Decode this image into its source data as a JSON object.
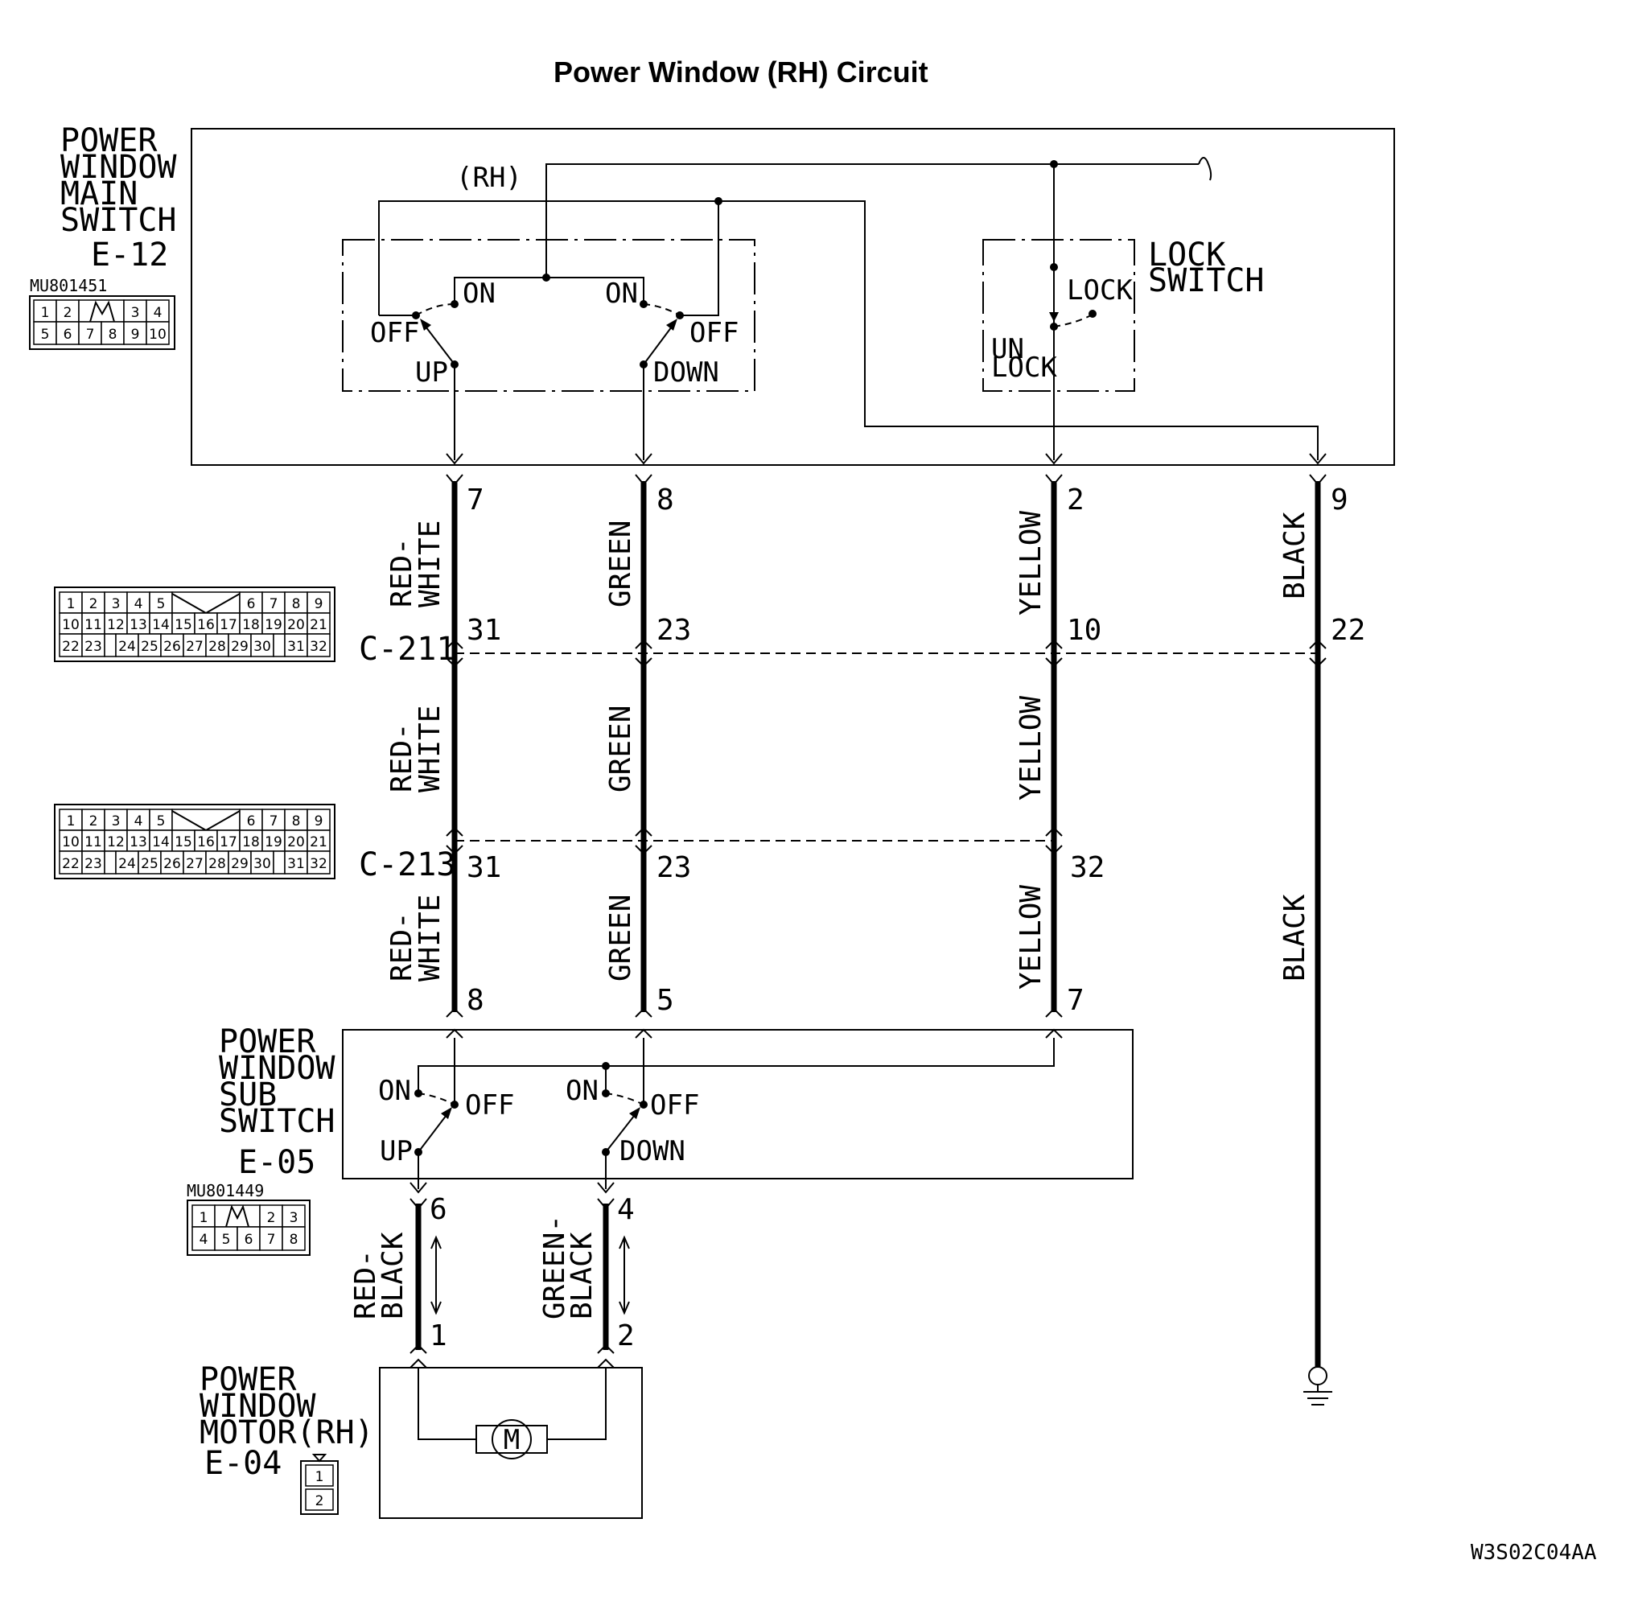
{
  "title": "Power Window (RH) Circuit",
  "footer_code": "W3S02C04AA",
  "main_switch": {
    "name_lines": [
      "POWER",
      "WINDOW",
      "MAIN",
      "SWITCH"
    ],
    "connector_id": "E-12",
    "part_number": "MU801451",
    "pin_rows": [
      [
        "1",
        "2",
        "",
        "3",
        "4"
      ],
      [
        "5",
        "6",
        "7",
        "8",
        "9",
        "10"
      ]
    ],
    "rh_label": "(RH)",
    "up_label": "UP",
    "down_label": "DOWN",
    "on_left": "ON",
    "on_right": "ON",
    "off_left": "OFF",
    "off_right": "OFF",
    "lock_switch_lines": [
      "LOCK",
      "SWITCH"
    ],
    "lock_label": "LOCK",
    "unlock_lines": [
      "UN",
      "LOCK"
    ]
  },
  "intermediate_connectors": {
    "c211": "C-211",
    "c213": "C-213",
    "pin_rows": [
      [
        "1",
        "2",
        "3",
        "4",
        "5",
        "6",
        "7",
        "8",
        "9"
      ],
      [
        "10",
        "11",
        "12",
        "13",
        "14",
        "15",
        "16",
        "17",
        "18",
        "19",
        "20",
        "21"
      ],
      [
        "22",
        "23",
        "24",
        "25",
        "26",
        "27",
        "28",
        "29",
        "30",
        "31",
        "32"
      ]
    ]
  },
  "wires": [
    {
      "top_pin": "7",
      "c211_pin": "31",
      "c213_pin": "31",
      "bottom_pin": "8",
      "colors": [
        [
          "RED-",
          "WHITE"
        ],
        [
          "RED-",
          "WHITE"
        ],
        [
          "RED-",
          "WHITE"
        ]
      ]
    },
    {
      "top_pin": "8",
      "c211_pin": "23",
      "c213_pin": "23",
      "bottom_pin": "5",
      "colors": [
        [
          "GREEN"
        ],
        [
          "GREEN"
        ],
        [
          "GREEN"
        ]
      ]
    },
    {
      "top_pin": "2",
      "c211_pin": "10",
      "c213_pin": "32",
      "bottom_pin": "7",
      "colors": [
        [
          "YELLOW"
        ],
        [
          "YELLOW"
        ],
        [
          "YELLOW"
        ]
      ]
    },
    {
      "top_pin": "9",
      "c211_pin": "22",
      "colors": [
        [
          "BLACK"
        ],
        [
          "BLACK"
        ]
      ]
    }
  ],
  "sub_switch": {
    "name_lines": [
      "POWER",
      "WINDOW",
      "SUB",
      "SWITCH"
    ],
    "connector_id": "E-05",
    "part_number": "MU801449",
    "pin_rows": [
      [
        "1",
        "",
        "2",
        "3"
      ],
      [
        "4",
        "5",
        "6",
        "7",
        "8"
      ]
    ],
    "on_left": "ON",
    "off_left": "OFF",
    "up_label": "UP",
    "on_right": "ON",
    "off_right": "OFF",
    "down_label": "DOWN"
  },
  "motor_wires": [
    {
      "top_pin": "6",
      "bottom_pin": "1",
      "color_lines": [
        "RED-",
        "BLACK"
      ]
    },
    {
      "top_pin": "4",
      "bottom_pin": "2",
      "color_lines": [
        "GREEN-",
        "BLACK"
      ]
    }
  ],
  "motor": {
    "name_lines": [
      "POWER",
      "WINDOW",
      "MOTOR(RH)"
    ],
    "connector_id": "E-04",
    "motor_symbol": "M",
    "pins": [
      "1",
      "2"
    ]
  }
}
